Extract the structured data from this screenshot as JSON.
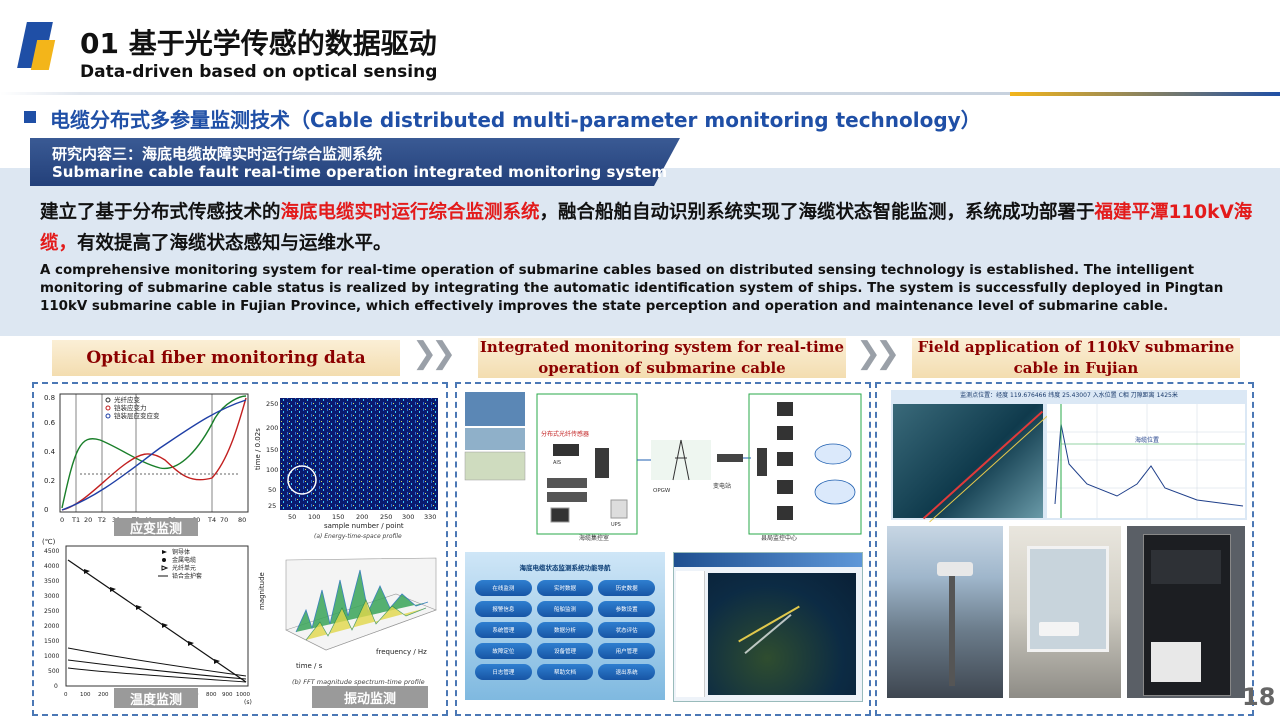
{
  "header": {
    "title_cn": "01 基于光学传感的数据驱动",
    "title_en": "Data-driven based on optical sensing"
  },
  "section": {
    "title": "电缆分布式多参量监测技术（Cable distributed multi-parameter monitoring technology）"
  },
  "subheading": {
    "cn": "研究内容三：海底电缆故障实时运行综合监测系统",
    "en": "Submarine cable fault real-time operation integrated monitoring system"
  },
  "paragraph_cn": {
    "p1": "建立了基于分布式传感技术的",
    "p1_red": "海底电缆实时运行综合监测系统",
    "p2": "，融合船舶自动识别系统实现了海缆状态智能监测，系统成功部署于",
    "p2_red": "福建平潭110kV海缆，",
    "p3": "有效提高了海缆状态感知与运维水平。"
  },
  "paragraph_en": "A comprehensive monitoring system for real-time operation of submarine cables based on distributed sensing technology is established. The intelligent monitoring of submarine cable status is realized by integrating the automatic identification system of ships. The system is successfully deployed in Pingtan 110kV submarine cable in Fujian Province, which effectively improves the state perception and operation and maintenance level of submarine cable.",
  "stages": {
    "s1": "Optical fiber monitoring data",
    "s2": "Integrated monitoring system for real-time operation of submarine cable",
    "s3": "Field application of 110kV submarine cable in Fujian"
  },
  "panel1": {
    "strain_tag": "应变监测",
    "strain_legend": [
      "光纤应变",
      "铠装应变力",
      "铠装层应变应变"
    ],
    "strain_yticks": [
      "0",
      "0.2",
      "0.4",
      "0.6",
      "0.8"
    ],
    "strain_xticks": [
      "0",
      "T1",
      "20",
      "T2",
      "30",
      "T3",
      "40",
      "50",
      "60",
      "T4",
      "70",
      "80"
    ],
    "ets_ylabel": "time / 0.02s",
    "ets_xlabel": "sample number / point",
    "ets_caption": "(a) Energy-time-space profile",
    "ets_yticks": [
      "25",
      "50",
      "100",
      "150",
      "200",
      "250"
    ],
    "ets_xticks": [
      "50",
      "100",
      "150",
      "200",
      "250",
      "300",
      "330"
    ],
    "temp_tag": "温度监测",
    "temp_unit": "(℃)",
    "temp_legend": [
      "铜导体",
      "金属电缆",
      "光纤单元",
      "铅合金护套"
    ],
    "temp_yticks": [
      "0",
      "500",
      "1000",
      "1500",
      "2000",
      "2500",
      "3000",
      "3500",
      "4000",
      "4500"
    ],
    "temp_xticks": [
      "0",
      "100",
      "200",
      "300",
      "400",
      "500",
      "600",
      "700",
      "800",
      "900",
      "1000"
    ],
    "temp_xunit": "(s)",
    "fft_caption": "(b) FFT magnitude spectrum-time profile",
    "fft_zlabel": "magnitude",
    "fft_xlabel": "time / s",
    "fft_ylabel": "frequency / Hz",
    "vib_tag": "振动监测"
  },
  "panel2": {
    "diagram_labels": {
      "sensor": "分布式光纤传感器",
      "main_station": "海缆集控室",
      "sub_station": "变电站",
      "control_center": "县局监控中心",
      "opgw": "OPGW",
      "ais": "AIS",
      "ups": "UPS"
    },
    "nav_title": "海底电缆状态监测系统功能导航",
    "nav_items": [
      "在线监测",
      "实时数据",
      "历史数据",
      "报警信息",
      "船舶监测",
      "参数设置",
      "系统管理",
      "数据分析",
      "状态评估",
      "故障定位",
      "设备管理",
      "用户管理",
      "日志管理",
      "帮助文档",
      "退出系统"
    ]
  },
  "panel3": {
    "status_bar": "监测点位置：经度 119.676466 纬度 25.43007 入水位置 C相 刀隙距离 1425米",
    "plot_label": "海缆位置"
  },
  "page_number": "18"
}
